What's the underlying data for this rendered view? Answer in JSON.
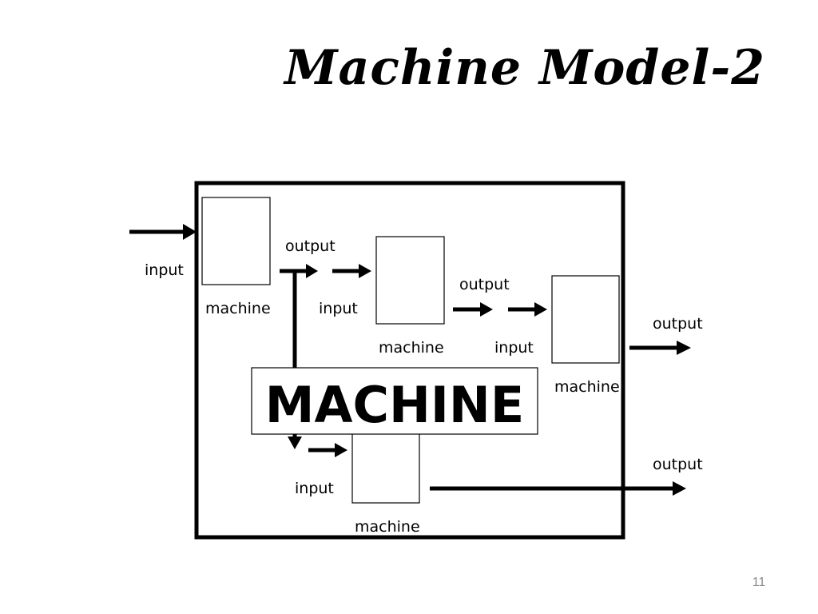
{
  "title": "Machine Model-2",
  "slide_number": "11",
  "diagram": {
    "outer_label": "MACHINE",
    "labels": {
      "input_main": "input",
      "machine_1": "machine",
      "output_1": "output",
      "input_2": "input",
      "machine_2": "machine",
      "output_2": "output",
      "input_3": "input",
      "machine_3": "machine",
      "output_3": "output",
      "input_4": "input",
      "machine_4": "machine",
      "output_4": "output"
    },
    "colors": {
      "stroke": "#000000",
      "background": "#ffffff",
      "slide_number": "#8a8a8a"
    }
  }
}
